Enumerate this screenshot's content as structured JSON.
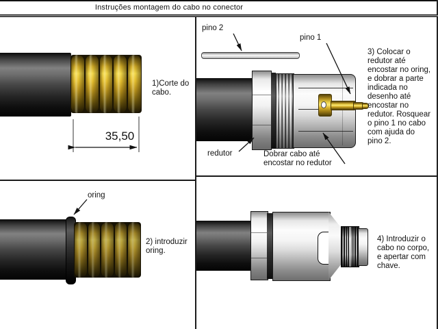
{
  "title": "Instruções montagem do cabo no conector",
  "step1": {
    "label": "1)Corte do\ncabo.",
    "dimension": "35,50"
  },
  "step2": {
    "oring_label": "oring",
    "label": "2) introduzir\noring."
  },
  "step3": {
    "pino2_label": "pino 2",
    "pino1_label": "pino 1",
    "redutor_label": "redutor",
    "dobrar_label": "Dobrar cabo até\nencostar no redutor",
    "instruction": "3) Colocar o\nredutor até\nencostar no oring,\ne dobrar a parte\nindicada no\ndesenho até\nencostar no\nredutor. Rosquear\no pino 1 no cabo\ncom ajuda do\npino 2."
  },
  "step4": {
    "instruction": "4) Introduzir o\ncabo no corpo,\ne apertar com\nchave."
  },
  "colors": {
    "gold_highlight": "#f3d84a",
    "gold_base": "#c79d1e",
    "line": "#1a1a1a",
    "silver_highlight": "#fcfcfc"
  }
}
